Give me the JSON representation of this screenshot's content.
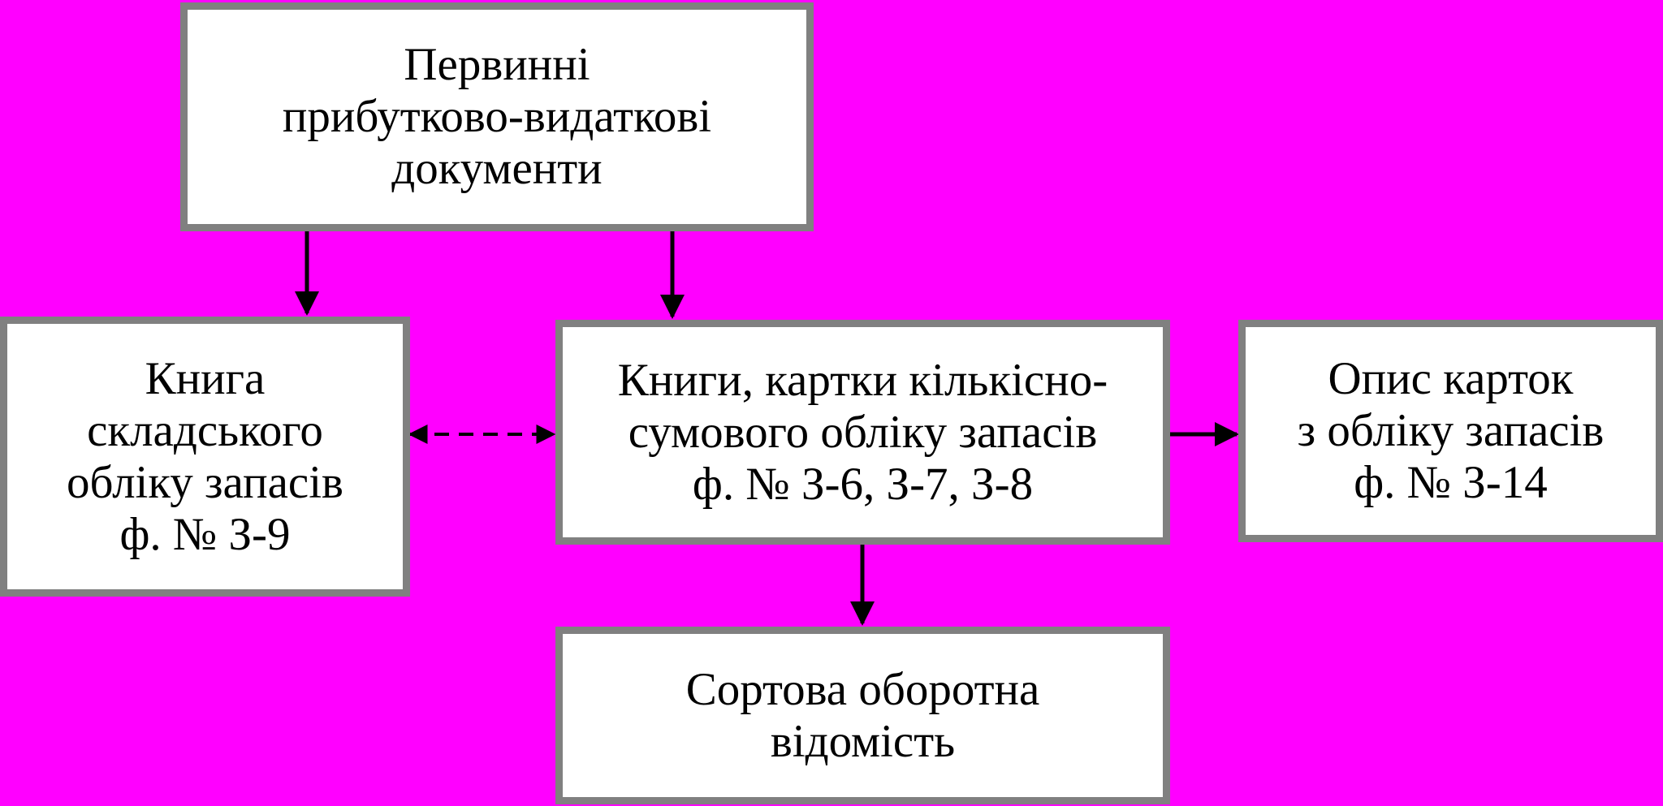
{
  "colors": {
    "background": "#ff00ff",
    "box_fill": "#ffffff",
    "box_border": "#808080",
    "text": "#000000",
    "arrow": "#000000"
  },
  "boxes": {
    "primary_docs": {
      "lines": [
        "Первинні",
        "прибутково-видаткові",
        "документи"
      ]
    },
    "warehouse_book": {
      "lines": [
        "Книга",
        "складського",
        "обліку запасів",
        "ф. № З-9"
      ]
    },
    "quantity_sum_books": {
      "lines": [
        "Книги, картки кількісно-",
        "сумового обліку запасів",
        "ф. № З-6, З-7, З-8"
      ]
    },
    "card_inventory": {
      "lines": [
        "Опис карток",
        "з обліку запасів",
        "ф. № З-14"
      ]
    },
    "turnover_statement": {
      "lines": [
        "Сортова оборотна",
        "відомість"
      ]
    }
  },
  "connections": [
    {
      "from": "primary_docs",
      "to": "warehouse_book",
      "style": "solid",
      "direction": "forward"
    },
    {
      "from": "primary_docs",
      "to": "quantity_sum_books",
      "style": "solid",
      "direction": "forward"
    },
    {
      "from": "warehouse_book",
      "to": "quantity_sum_books",
      "style": "dashed",
      "direction": "both"
    },
    {
      "from": "quantity_sum_books",
      "to": "card_inventory",
      "style": "solid",
      "direction": "forward"
    },
    {
      "from": "quantity_sum_books",
      "to": "turnover_statement",
      "style": "solid",
      "direction": "forward"
    }
  ]
}
